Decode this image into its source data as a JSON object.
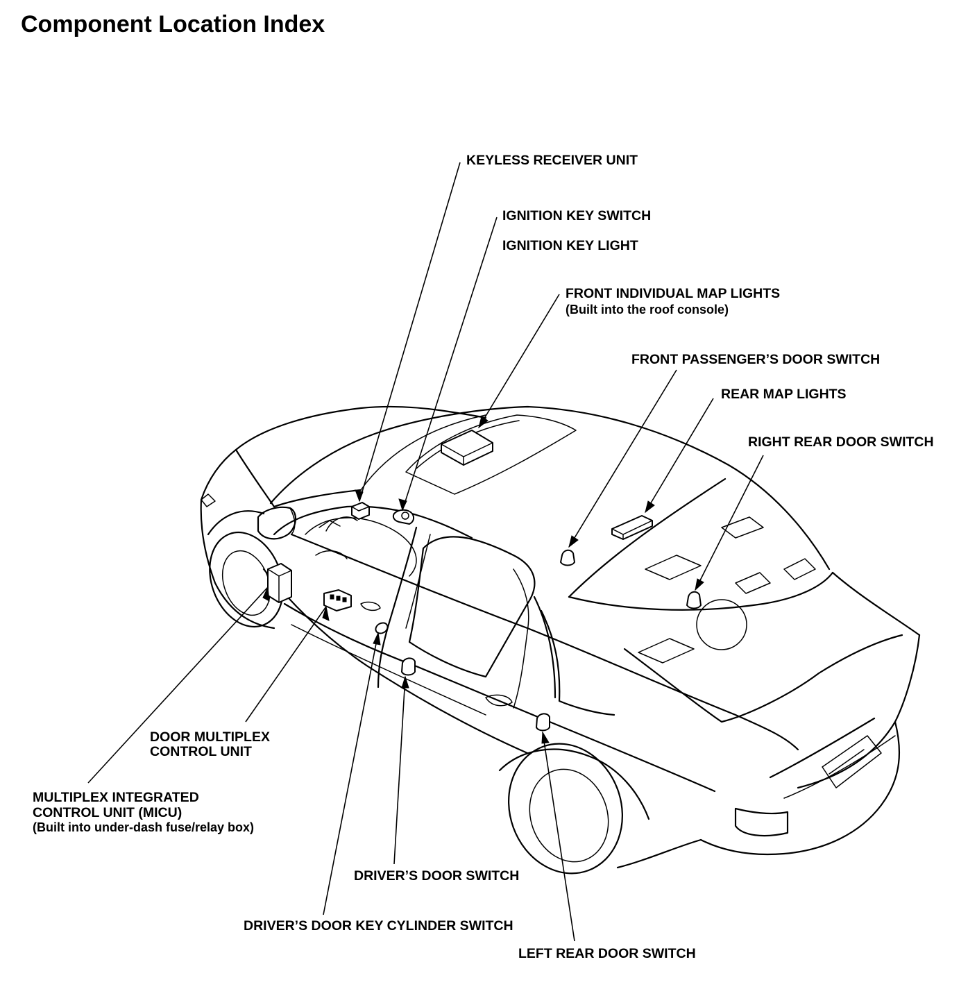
{
  "title": "Component Location Index",
  "labels": {
    "keyless_receiver_unit": "KEYLESS RECEIVER UNIT",
    "ignition_key_switch": "IGNITION KEY SWITCH",
    "ignition_key_light": "IGNITION KEY LIGHT",
    "front_individual_map_lights": "FRONT INDIVIDUAL MAP LIGHTS",
    "front_individual_map_lights_note": "(Built into the roof console)",
    "front_passengers_door_switch": "FRONT PASSENGER’S DOOR SWITCH",
    "rear_map_lights": "REAR MAP LIGHTS",
    "right_rear_door_switch": "RIGHT REAR DOOR SWITCH",
    "door_multiplex_control_unit_1": "DOOR MULTIPLEX",
    "door_multiplex_control_unit_2": "CONTROL UNIT",
    "micu_1": "MULTIPLEX INTEGRATED",
    "micu_2": "CONTROL UNIT (MICU)",
    "micu_note": "(Built into under-dash fuse/relay box)",
    "drivers_door_switch": "DRIVER’S DOOR SWITCH",
    "drivers_door_key_cylinder_switch": "DRIVER’S DOOR KEY CYLINDER SWITCH",
    "left_rear_door_switch": "LEFT REAR DOOR SWITCH"
  }
}
